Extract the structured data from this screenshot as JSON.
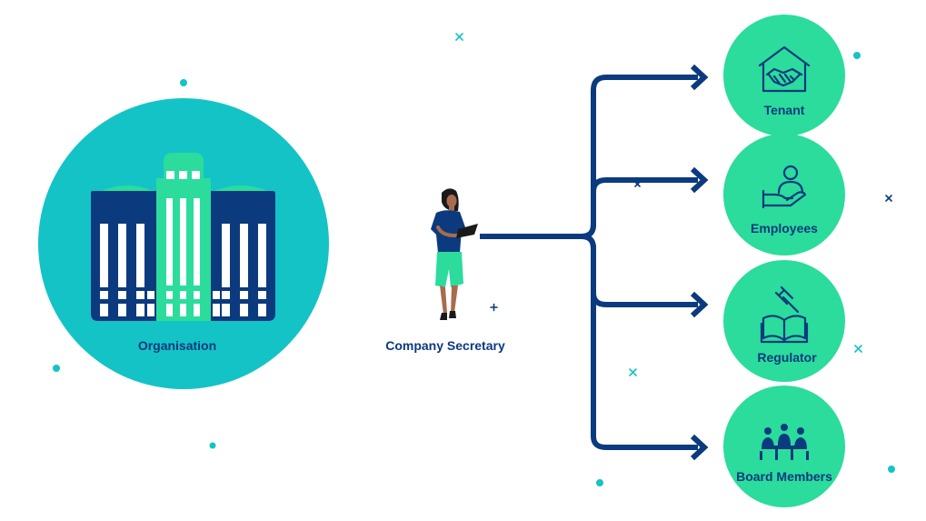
{
  "organisation": {
    "label": "Organisation"
  },
  "secretary": {
    "label": "Company Secretary"
  },
  "targets": [
    {
      "label": "Tenant",
      "icon": "handshake-house-icon"
    },
    {
      "label": "Employees",
      "icon": "hand-person-icon"
    },
    {
      "label": "Regulator",
      "icon": "gavel-book-icon"
    },
    {
      "label": "Board Members",
      "icon": "meeting-table-icon"
    }
  ],
  "colors": {
    "circle_org": "#14c3c6",
    "circle_target": "#2bdc9c",
    "navy": "#0b3a7e",
    "green": "#2bdc9c",
    "dot": "#14c3c6"
  }
}
